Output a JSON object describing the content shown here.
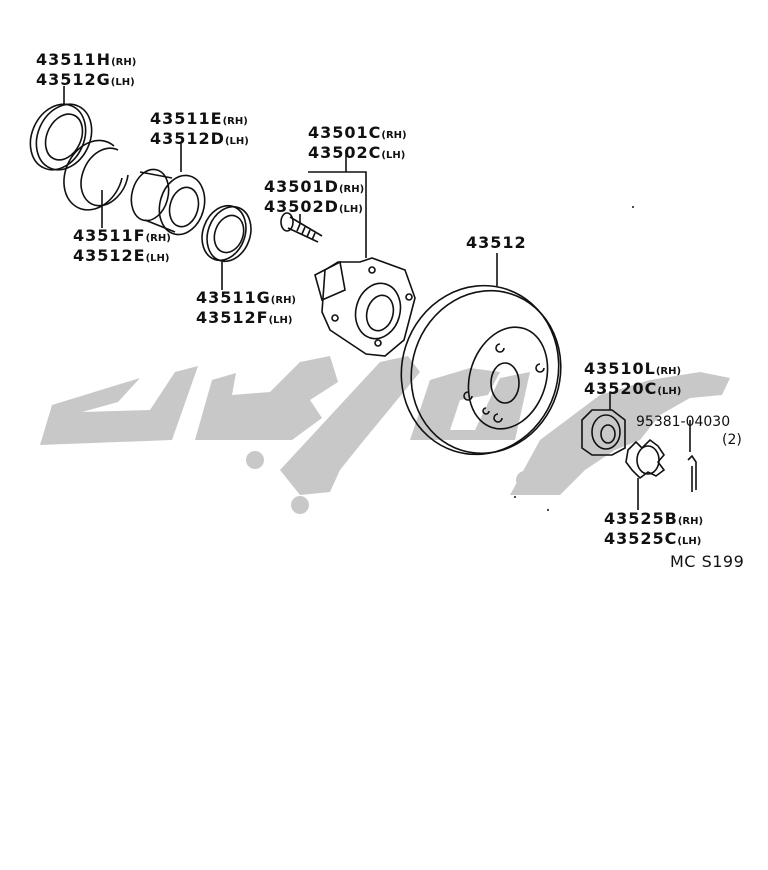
{
  "parts": {
    "outer_seal": {
      "line1": "43511H",
      "suffix1": "(RH)",
      "line2": "43512G",
      "suffix2": "(LH)"
    },
    "snap_ring": {
      "line1": "43511F",
      "suffix1": "(RH)",
      "line2": "43512E",
      "suffix2": "(LH)"
    },
    "bearing": {
      "line1": "43511E",
      "suffix1": "(RH)",
      "line2": "43512D",
      "suffix2": "(LH)"
    },
    "inner_seal": {
      "line1": "43511G",
      "suffix1": "(RH)",
      "line2": "43512F",
      "suffix2": "(LH)"
    },
    "hub": {
      "line1": "43501C",
      "suffix1": "(RH)",
      "line2": "43502C",
      "suffix2": "(LH)"
    },
    "hub_bolt": {
      "line1": "43501D",
      "suffix1": "(RH)",
      "line2": "43502D",
      "suffix2": "(LH)"
    },
    "disc": {
      "line1": "43512"
    },
    "nut": {
      "line1": "43510L",
      "suffix1": "(RH)",
      "line2": "43520C",
      "suffix2": "(LH)"
    },
    "cotter_pin": {
      "line1": "95381-04030",
      "qty": "(2)"
    },
    "lock_cap": {
      "line1": "43525B",
      "suffix1": "(RH)",
      "line2": "43525C",
      "suffix2": "(LH)"
    }
  },
  "diagram_code": "MC S199",
  "colors": {
    "line": "#111111",
    "watermark": "#c8c8c8"
  }
}
